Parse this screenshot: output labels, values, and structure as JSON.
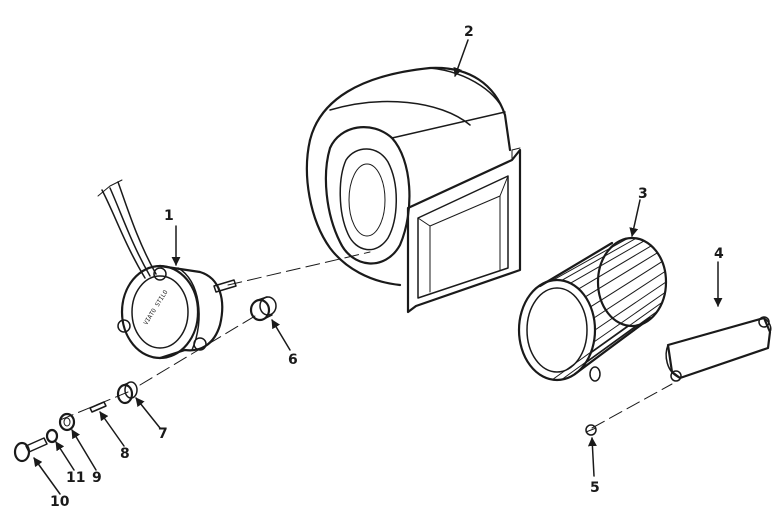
{
  "diagram": {
    "motor_stamp": "VIATO STILO",
    "callouts": [
      {
        "id": "1",
        "label": "1"
      },
      {
        "id": "2",
        "label": "2"
      },
      {
        "id": "3",
        "label": "3"
      },
      {
        "id": "4",
        "label": "4"
      },
      {
        "id": "5",
        "label": "5"
      },
      {
        "id": "6",
        "label": "6"
      },
      {
        "id": "7",
        "label": "7"
      },
      {
        "id": "8",
        "label": "8"
      },
      {
        "id": "9",
        "label": "9"
      },
      {
        "id": "10",
        "label": "10"
      },
      {
        "id": "11",
        "label": "11"
      }
    ]
  }
}
